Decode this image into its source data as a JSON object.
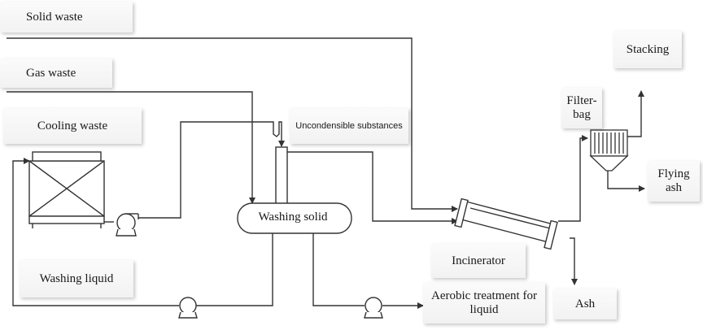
{
  "labels": {
    "solid_waste": "Solid waste",
    "gas_waste": "Gas waste",
    "cooling_waste": "Cooling waste",
    "uncondensible": "Uncondensible substances",
    "washing_solid": "Washing solid",
    "washing_liquid": "Washing liquid",
    "incinerator": "Incinerator",
    "aerobic": "Aerobic treatment for\nliquid",
    "ash": "Ash",
    "filter_bag": "Filter-\nbag",
    "stacking": "Stacking",
    "flying_ash": "Flying\nash"
  }
}
